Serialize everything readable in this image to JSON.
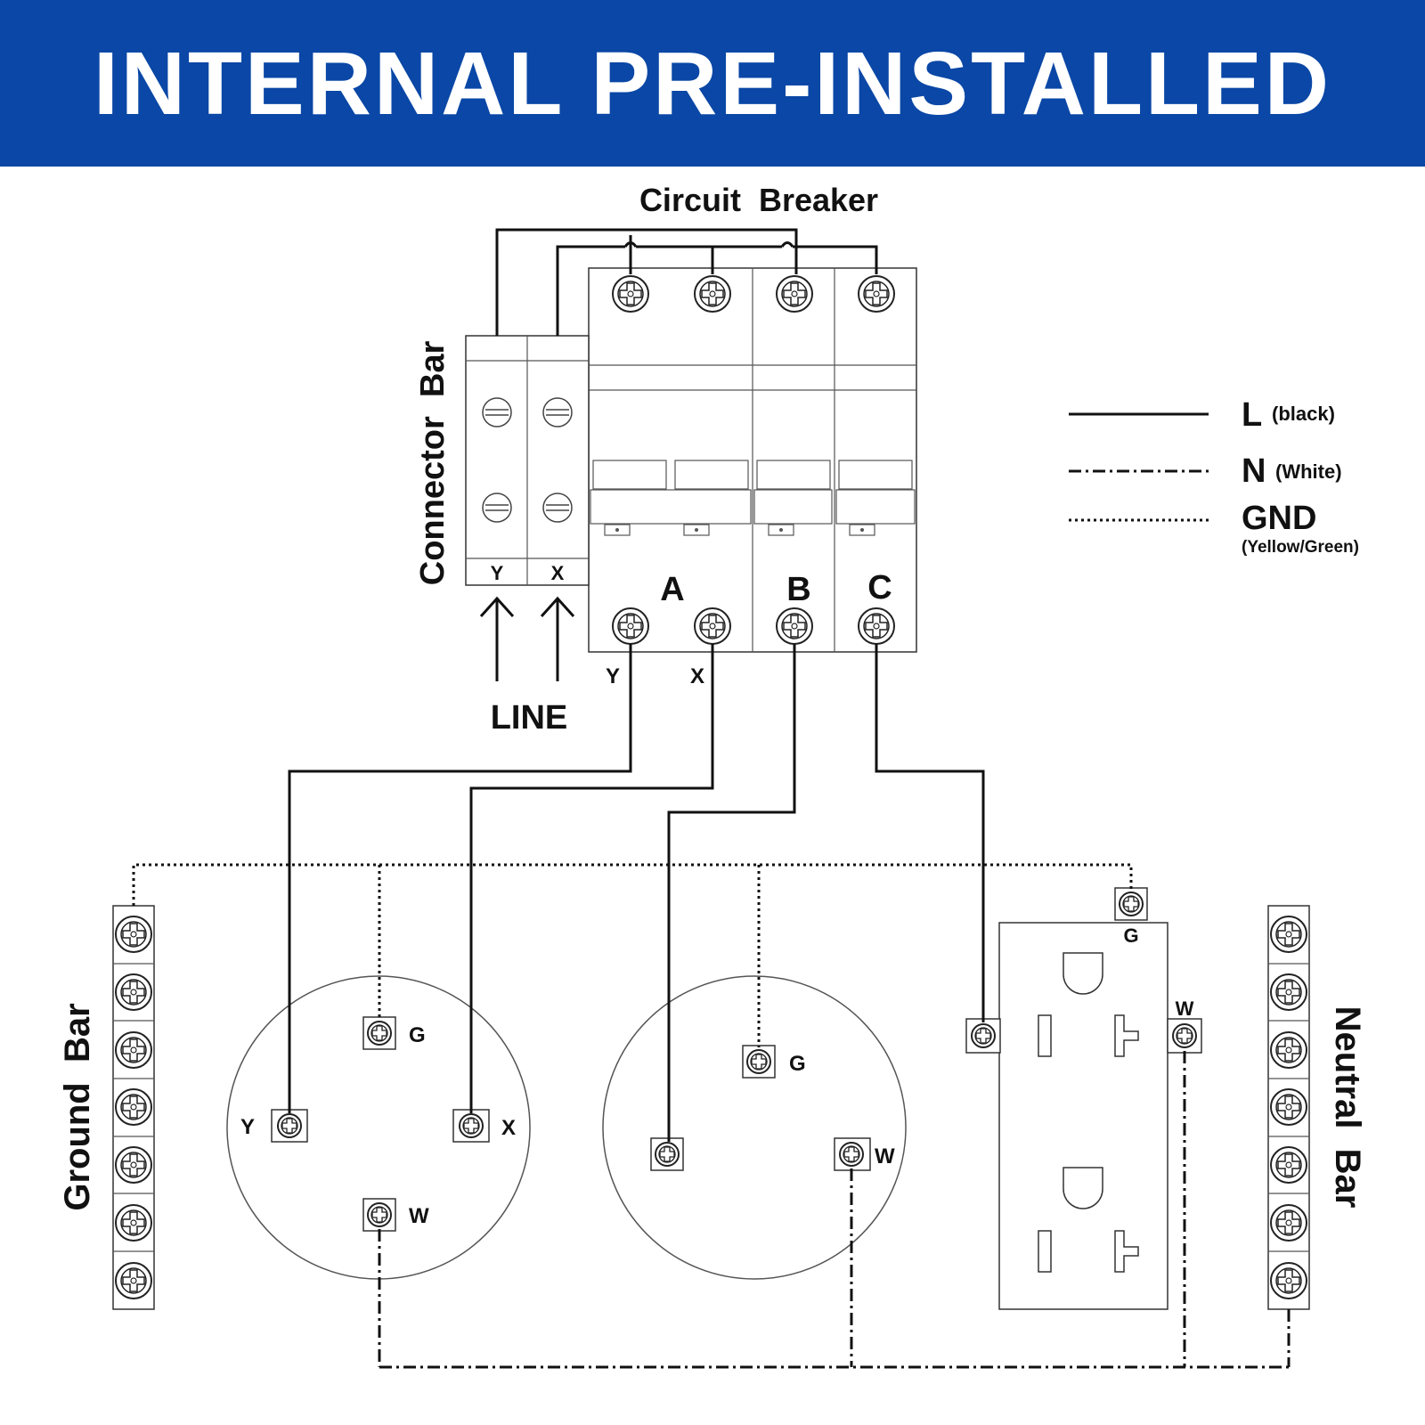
{
  "header": {
    "title": "INTERNAL PRE-INSTALLED"
  },
  "colors": {
    "banner": "#0a47a6",
    "banner_text": "#ffffff",
    "lines": "#111111"
  },
  "breaker": {
    "title": "Circuit  Breaker",
    "poles": [
      "A",
      "B",
      "C"
    ],
    "load_labels": [
      "Y",
      "X"
    ]
  },
  "connector_bar": {
    "title": "Connector  Bar",
    "terminals": [
      "Y",
      "X"
    ],
    "line_label": "LINE"
  },
  "legend": {
    "items": [
      {
        "letter": "L",
        "desc": "(black)",
        "style": "solid"
      },
      {
        "letter": "N",
        "desc": "(White)",
        "style": "dash-dot"
      },
      {
        "letter": "GND",
        "desc": "(Yellow/Green)",
        "style": "dotted"
      }
    ]
  },
  "ground_bar": {
    "title": "Ground  Bar"
  },
  "neutral_bar": {
    "title": "Neutral  Bar"
  },
  "receptacle_4wire": {
    "labels": [
      "G",
      "Y",
      "X",
      "W"
    ]
  },
  "receptacle_3wire": {
    "labels": [
      "G",
      "W"
    ]
  },
  "duplex_outlet": {
    "labels": [
      "G",
      "W"
    ]
  }
}
